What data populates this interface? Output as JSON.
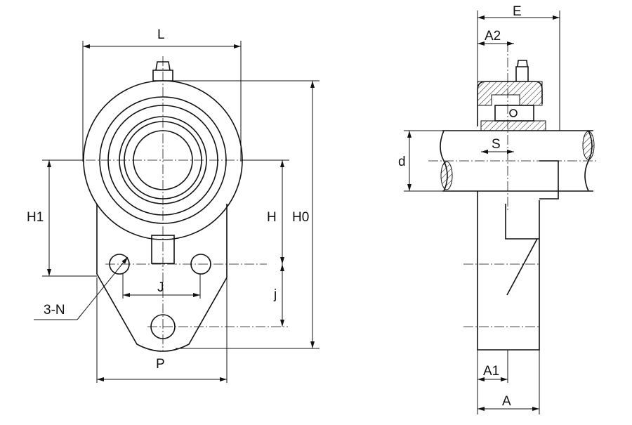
{
  "labels": {
    "L": "L",
    "H1": "H1",
    "H": "H",
    "H0": "H0",
    "J": "J",
    "j": "j",
    "N": "3-N",
    "P": "P",
    "E": "E",
    "A2": "A2",
    "S": "S",
    "d": "d",
    "A1": "A1",
    "A": "A"
  }
}
